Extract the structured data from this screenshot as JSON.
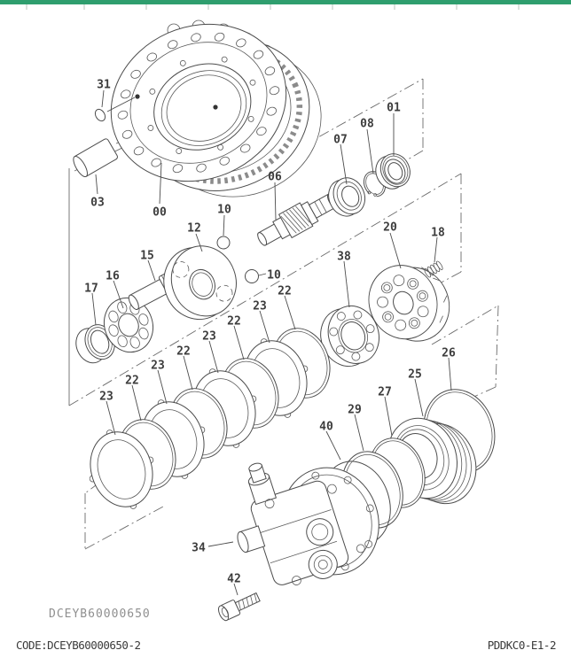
{
  "page": {
    "top_border_color": "#2f9e6e",
    "background_color": "#ffffff"
  },
  "figure": {
    "type": "exploded-parts-diagram",
    "stamp": "DCEYB60000650",
    "footer": {
      "left": "CODE:DCEYB60000650-2",
      "right": "PDDKC0-E1-2"
    },
    "callouts": [
      {
        "label": "31"
      },
      {
        "label": "03"
      },
      {
        "label": "00"
      },
      {
        "label": "12"
      },
      {
        "label": "10"
      },
      {
        "label": "15"
      },
      {
        "label": "16"
      },
      {
        "label": "17"
      },
      {
        "label": "10"
      },
      {
        "label": "06"
      },
      {
        "label": "07"
      },
      {
        "label": "08"
      },
      {
        "label": "01"
      },
      {
        "label": "38"
      },
      {
        "label": "20"
      },
      {
        "label": "18"
      },
      {
        "label": "22"
      },
      {
        "label": "23"
      },
      {
        "label": "22"
      },
      {
        "label": "23"
      },
      {
        "label": "22"
      },
      {
        "label": "23"
      },
      {
        "label": "22"
      },
      {
        "label": "23"
      },
      {
        "label": "26"
      },
      {
        "label": "25"
      },
      {
        "label": "27"
      },
      {
        "label": "29"
      },
      {
        "label": "40"
      },
      {
        "label": "34"
      },
      {
        "label": "42"
      }
    ]
  }
}
